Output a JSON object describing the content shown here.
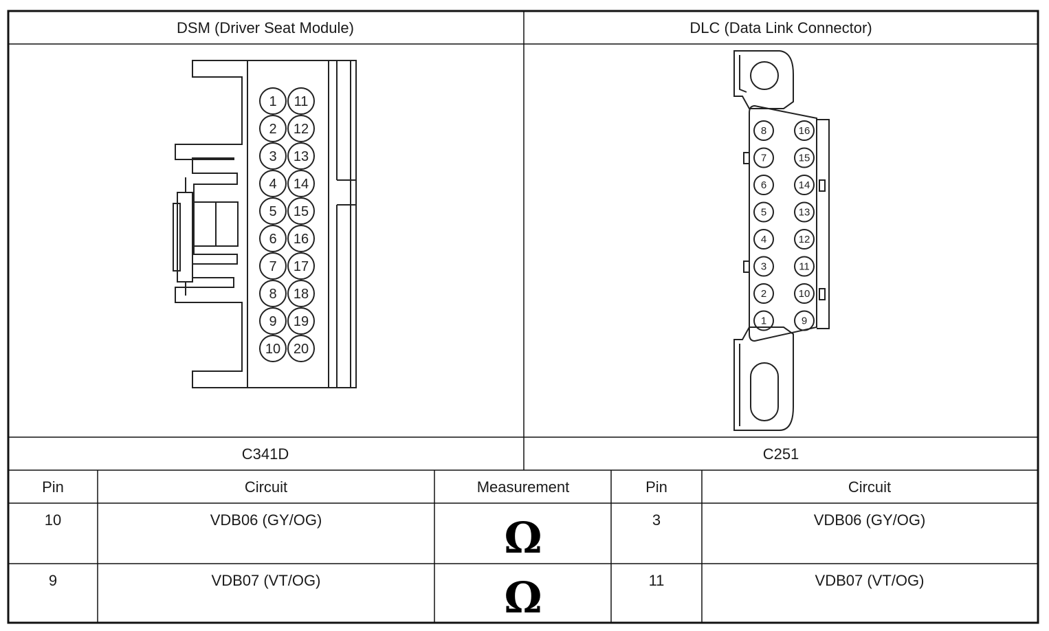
{
  "connectors": {
    "left": {
      "title": "DSM (Driver Seat Module)",
      "id": "C341D",
      "pins_left": [
        "1",
        "2",
        "3",
        "4",
        "5",
        "6",
        "7",
        "8",
        "9",
        "10"
      ],
      "pins_right": [
        "11",
        "12",
        "13",
        "14",
        "15",
        "16",
        "17",
        "18",
        "19",
        "20"
      ]
    },
    "right": {
      "title": "DLC (Data Link Connector)",
      "id": "C251",
      "pins_left": [
        "8",
        "7",
        "6",
        "5",
        "4",
        "3",
        "2",
        "1"
      ],
      "pins_right": [
        "16",
        "15",
        "14",
        "13",
        "12",
        "11",
        "10",
        "9"
      ]
    }
  },
  "table": {
    "headers": [
      "Pin",
      "Circuit",
      "Measurement",
      "Pin",
      "Circuit"
    ],
    "rows": [
      {
        "pin_a": "10",
        "circuit_a": "VDB06 (GY/OG)",
        "measurement": "Ω",
        "pin_b": "3",
        "circuit_b": "VDB06 (GY/OG)"
      },
      {
        "pin_a": "9",
        "circuit_a": "VDB07 (VT/OG)",
        "measurement": "Ω",
        "pin_b": "11",
        "circuit_b": "VDB07 (VT/OG)"
      }
    ]
  }
}
